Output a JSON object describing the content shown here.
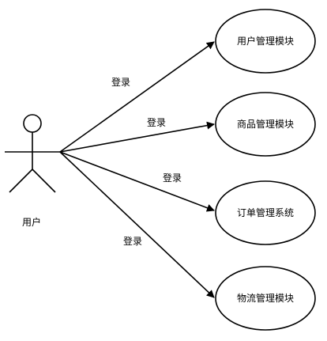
{
  "actor": {
    "label": "用户"
  },
  "use_cases": [
    {
      "label": "用户管理模块"
    },
    {
      "label": "商品管理模块"
    },
    {
      "label": "订单管理系统"
    },
    {
      "label": "物流管理模块"
    }
  ],
  "associations": [
    {
      "label": "登录"
    },
    {
      "label": "登录"
    },
    {
      "label": "登录"
    },
    {
      "label": "登录"
    }
  ],
  "colors": {
    "line": "#000000",
    "fill": "#ffffff"
  }
}
